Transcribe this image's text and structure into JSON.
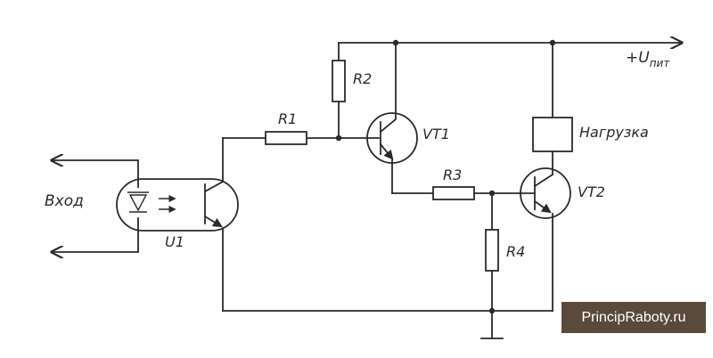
{
  "labels": {
    "supply": "+U",
    "supply_sub": "пит",
    "input": "Вход",
    "optocoupler": "U1",
    "r1": "R1",
    "r2": "R2",
    "r3": "R3",
    "r4": "R4",
    "vt1": "VT1",
    "vt2": "VT2",
    "load": "Нагрузка"
  },
  "watermark": "PrincipRaboty.ru",
  "colors": {
    "ink": "#2a2a2a",
    "background": "#ffffff",
    "watermark_bg": "#5a4a3c",
    "watermark_text": "#ffffff"
  }
}
